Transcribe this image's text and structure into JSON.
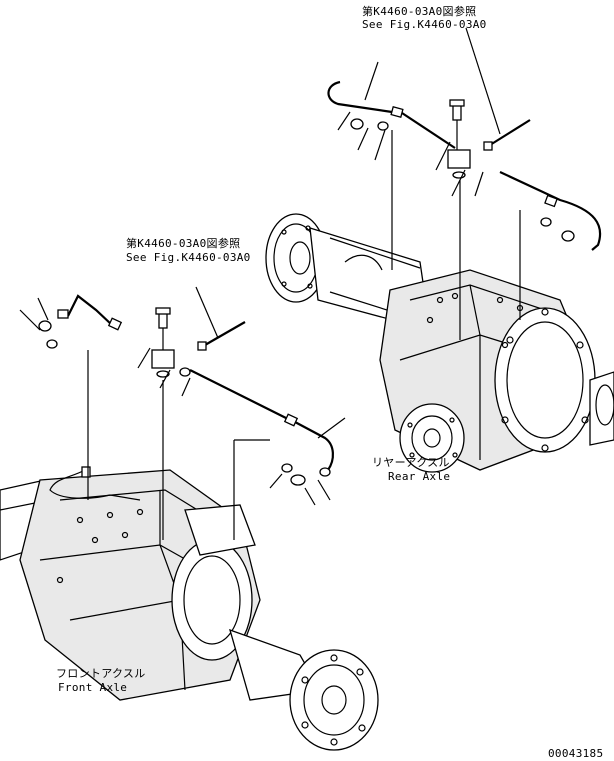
{
  "callouts": {
    "top_ref_jp": "第K4460-03A0図参照",
    "top_ref_en": "See Fig.K4460-03A0",
    "mid_ref_jp": "第K4460-03A0図参照",
    "mid_ref_en": "See Fig.K4460-03A0"
  },
  "assemblies": {
    "rear_jp": "リヤーアクスル",
    "rear_en": "Rear Axle",
    "front_jp": "フロントアクスル",
    "front_en": "Front Axle"
  },
  "footer": {
    "drawing_number": "00043185"
  },
  "colors": {
    "line": "#000000",
    "background": "#ffffff",
    "shade": "#e9e9e9"
  }
}
